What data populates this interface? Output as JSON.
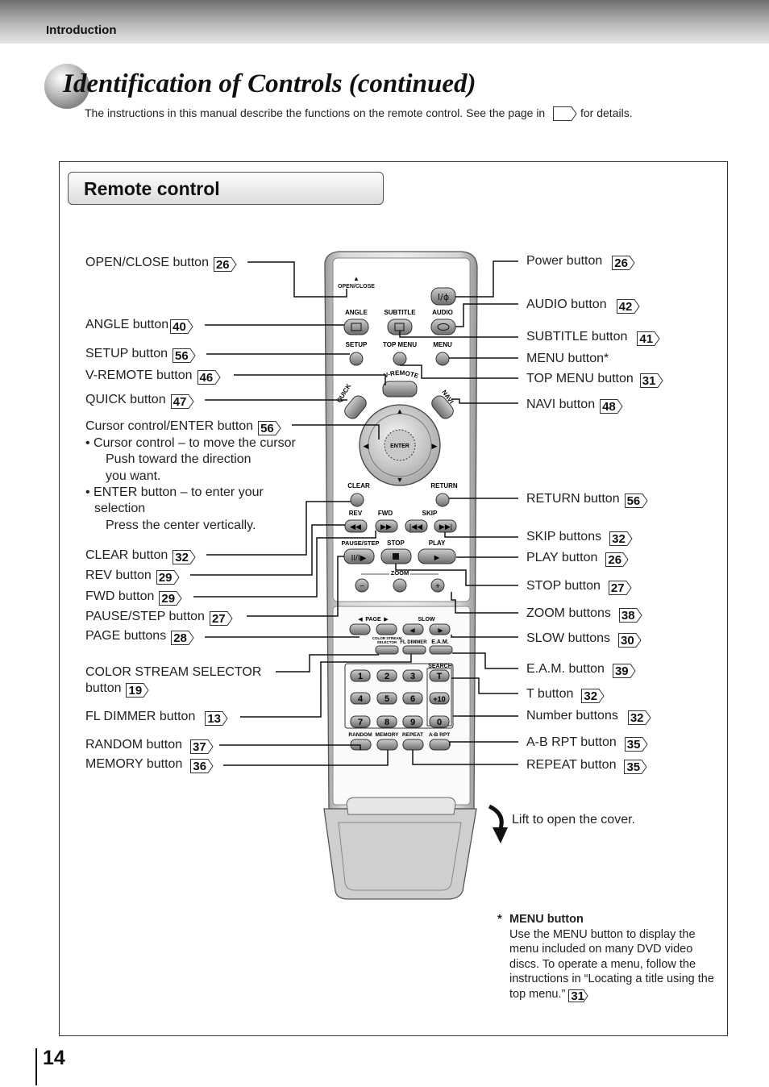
{
  "header": {
    "section": "Introduction"
  },
  "title": "Identification of Controls (continued)",
  "intro": {
    "before": "The instructions in this manual describe the functions on the remote control. See the page in",
    "after": "for details."
  },
  "box_title": "Remote control",
  "left_labels": [
    {
      "id": "open-close",
      "text": "OPEN/CLOSE button",
      "page": "26"
    },
    {
      "id": "angle",
      "text": "ANGLE button",
      "page": "40"
    },
    {
      "id": "setup",
      "text": "SETUP button",
      "page": "56"
    },
    {
      "id": "v-remote",
      "text": "V-REMOTE button",
      "page": "46"
    },
    {
      "id": "quick",
      "text": "QUICK button",
      "page": "47"
    },
    {
      "id": "cursor",
      "text": "Cursor control/ENTER button",
      "page": "56"
    },
    {
      "id": "clear",
      "text": "CLEAR button",
      "page": "32"
    },
    {
      "id": "rev",
      "text": "REV button",
      "page": "29"
    },
    {
      "id": "fwd",
      "text": "FWD button",
      "page": "29"
    },
    {
      "id": "pause-step",
      "text": "PAUSE/STEP button",
      "page": "27"
    },
    {
      "id": "page",
      "text": "PAGE buttons",
      "page": "28"
    },
    {
      "id": "color-stream",
      "text": "COLOR STREAM SELECTOR",
      "text2": "button",
      "page": "19"
    },
    {
      "id": "fl-dimmer",
      "text": "FL DIMMER button",
      "page": "13"
    },
    {
      "id": "random",
      "text": "RANDOM button",
      "page": "37"
    },
    {
      "id": "memory",
      "text": "MEMORY button",
      "page": "36"
    }
  ],
  "cursor_desc": [
    "• Cursor control – to move the cursor",
    "Push toward the direction",
    "you want.",
    "• ENTER button – to enter your",
    "selection",
    "Press the center vertically."
  ],
  "right_labels": [
    {
      "id": "power",
      "text": "Power button",
      "page": "26"
    },
    {
      "id": "audio",
      "text": "AUDIO button",
      "page": "42"
    },
    {
      "id": "subtitle",
      "text": "SUBTITLE button",
      "page": "41"
    },
    {
      "id": "menu",
      "text": "MENU button*",
      "page": ""
    },
    {
      "id": "top-menu",
      "text": "TOP MENU button",
      "page": "31"
    },
    {
      "id": "navi",
      "text": "NAVI button",
      "page": "48"
    },
    {
      "id": "return",
      "text": "RETURN button",
      "page": "56"
    },
    {
      "id": "skip",
      "text": "SKIP buttons",
      "page": "32"
    },
    {
      "id": "play",
      "text": "PLAY button",
      "page": "26"
    },
    {
      "id": "stop",
      "text": "STOP button",
      "page": "27"
    },
    {
      "id": "zoom",
      "text": "ZOOM buttons",
      "page": "38"
    },
    {
      "id": "slow",
      "text": "SLOW buttons",
      "page": "30"
    },
    {
      "id": "eam",
      "text": "E.A.M. button",
      "page": "39"
    },
    {
      "id": "t",
      "text": "T button",
      "page": "32"
    },
    {
      "id": "number",
      "text": "Number buttons",
      "page": "32"
    },
    {
      "id": "ab-rpt",
      "text": "A-B RPT button",
      "page": "35"
    },
    {
      "id": "repeat",
      "text": "REPEAT button",
      "page": "35"
    }
  ],
  "remote": {
    "open_close": "OPEN/CLOSE",
    "angle": "ANGLE",
    "subtitle": "SUBTITLE",
    "audio": "AUDIO",
    "setup": "SETUP",
    "top_menu": "TOP MENU",
    "menu": "MENU",
    "v_remote": "V-REMOTE",
    "quick": "QUICK",
    "navi": "NAVI",
    "enter": "ENTER",
    "clear": "CLEAR",
    "return": "RETURN",
    "rev": "REV",
    "fwd": "FWD",
    "skip": "SKIP",
    "pause_step": "PAUSE/STEP",
    "stop": "STOP",
    "play": "PLAY",
    "zoom": "ZOOM",
    "zoom_minus": "−",
    "zoom_plus": "+",
    "page": "PAGE",
    "slow": "SLOW",
    "color_stream_1": "COLOR STREAM",
    "color_stream_2": "SELECTOR",
    "fl_dimmer": "FL DIMMER",
    "eam": "E.A.M.",
    "search": "SEARCH",
    "digits": [
      "1",
      "2",
      "3",
      "T",
      "4",
      "5",
      "6",
      "+10",
      "7",
      "8",
      "9",
      "0"
    ],
    "random": "RANDOM",
    "memory": "MEMORY",
    "repeat": "REPEAT",
    "ab_rpt": "A-B RPT"
  },
  "lift_text": "Lift to open the cover.",
  "note": {
    "star": "*",
    "title": "MENU button",
    "body": "Use the MENU button to display the menu included on many DVD video discs. To operate a menu, follow the instructions in “Locating a title using the top menu.”",
    "page": "31"
  },
  "page_number": "14"
}
